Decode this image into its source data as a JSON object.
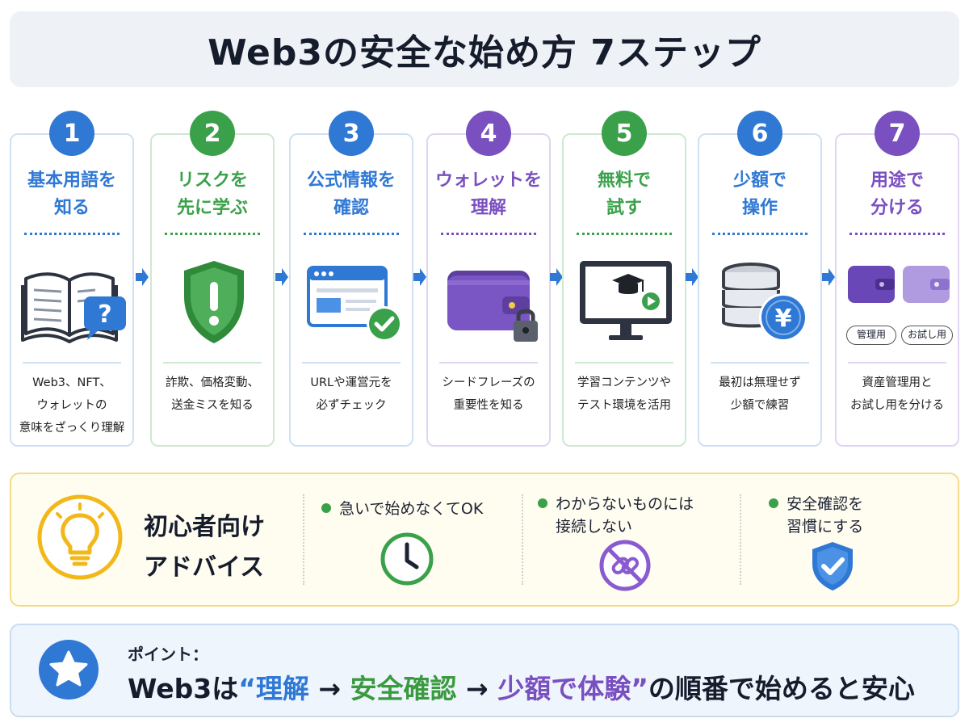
{
  "title": "Web3の安全な始め方 7ステップ",
  "colors": {
    "blue": "#2f78d4",
    "green": "#3aa14a",
    "purple": "#7a4fc0",
    "yellow": "#f2b718"
  },
  "steps": [
    {
      "number": "1",
      "title": "基本用語を\n知る",
      "description": "Web3、NFT、\nウォレットの\n意味をざっくり理解",
      "color": "#2f78d4",
      "icon": "book-question-icon"
    },
    {
      "number": "2",
      "title": "リスクを\n先に学ぶ",
      "description": "詐欺、価格変動、\n送金ミスを知る",
      "color": "#3aa14a",
      "icon": "shield-warning-icon"
    },
    {
      "number": "3",
      "title": "公式情報を\n確認",
      "description": "URLや運営元を\n必ずチェック",
      "color": "#2f78d4",
      "icon": "browser-check-icon"
    },
    {
      "number": "4",
      "title": "ウォレットを\n理解",
      "description": "シードフレーズの\n重要性を知る",
      "color": "#7a4fc0",
      "icon": "wallet-lock-icon"
    },
    {
      "number": "5",
      "title": "無料で\n試す",
      "description": "学習コンテンツや\nテスト環境を活用",
      "color": "#3aa14a",
      "icon": "monitor-learning-icon"
    },
    {
      "number": "6",
      "title": "少額で\n操作",
      "description": "最初は無理せず\n少額で練習",
      "color": "#2f78d4",
      "icon": "coins-yen-icon"
    },
    {
      "number": "7",
      "title": "用途で\n分ける",
      "description": "資産管理用と\nお試し用を分ける",
      "color": "#7a4fc0",
      "icon": "two-wallets-icon"
    }
  ],
  "wallet_labels": {
    "manage": "管理用",
    "trial": "お試し用"
  },
  "advice": {
    "title": "初心者向け\nアドバイス",
    "items": [
      {
        "text": "急いで始めなくてOK",
        "icon": "clock-icon"
      },
      {
        "text": "わからないものには\n接続しない",
        "icon": "no-link-icon"
      },
      {
        "text": "安全確認を\n習慣にする",
        "icon": "shield-check-icon"
      }
    ]
  },
  "point": {
    "label": "ポイント：",
    "lead": "Web3は",
    "open_quote": "“",
    "part1": "理解",
    "arrow1": " → ",
    "part2": "安全確認",
    "arrow2": " → ",
    "part3": "少額で体験",
    "close_quote": "”",
    "tail": "の順番で始めると安心"
  }
}
